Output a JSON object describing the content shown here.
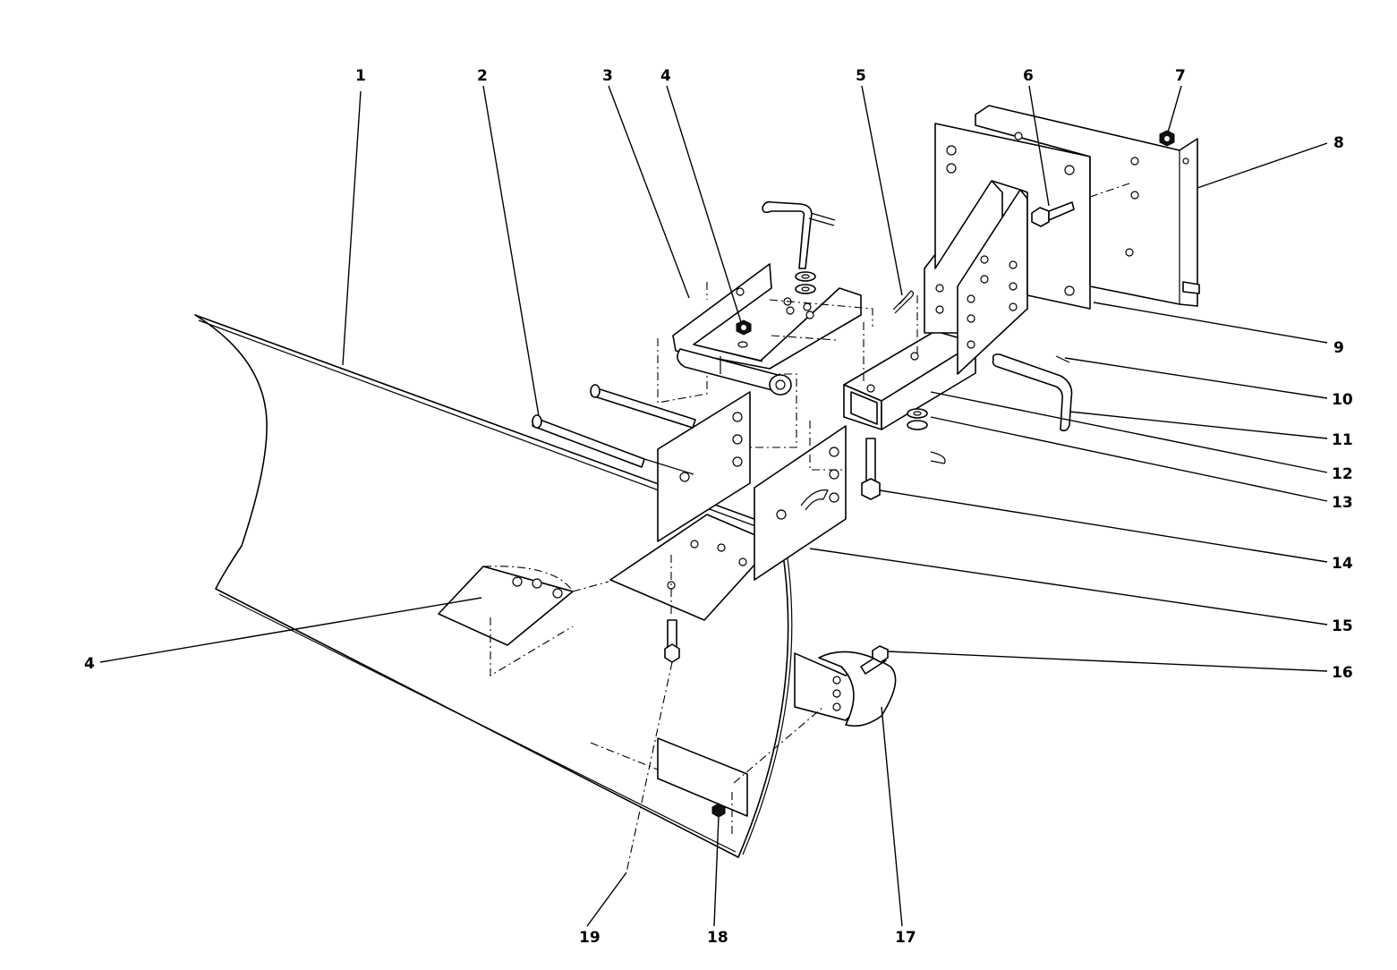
{
  "callouts": [
    {
      "id": "c1",
      "label": "1"
    },
    {
      "id": "c2",
      "label": "2"
    },
    {
      "id": "c3",
      "label": "3"
    },
    {
      "id": "c4a",
      "label": "4"
    },
    {
      "id": "c5",
      "label": "5"
    },
    {
      "id": "c6",
      "label": "6"
    },
    {
      "id": "c7",
      "label": "7"
    },
    {
      "id": "c8",
      "label": "8"
    },
    {
      "id": "c9",
      "label": "9"
    },
    {
      "id": "c10",
      "label": "10"
    },
    {
      "id": "c11",
      "label": "11"
    },
    {
      "id": "c12",
      "label": "12"
    },
    {
      "id": "c13",
      "label": "13"
    },
    {
      "id": "c14",
      "label": "14"
    },
    {
      "id": "c15",
      "label": "15"
    },
    {
      "id": "c16",
      "label": "16"
    },
    {
      "id": "c4b",
      "label": "4"
    },
    {
      "id": "c17",
      "label": "17"
    },
    {
      "id": "c18",
      "label": "18"
    },
    {
      "id": "c19",
      "label": "19"
    }
  ]
}
